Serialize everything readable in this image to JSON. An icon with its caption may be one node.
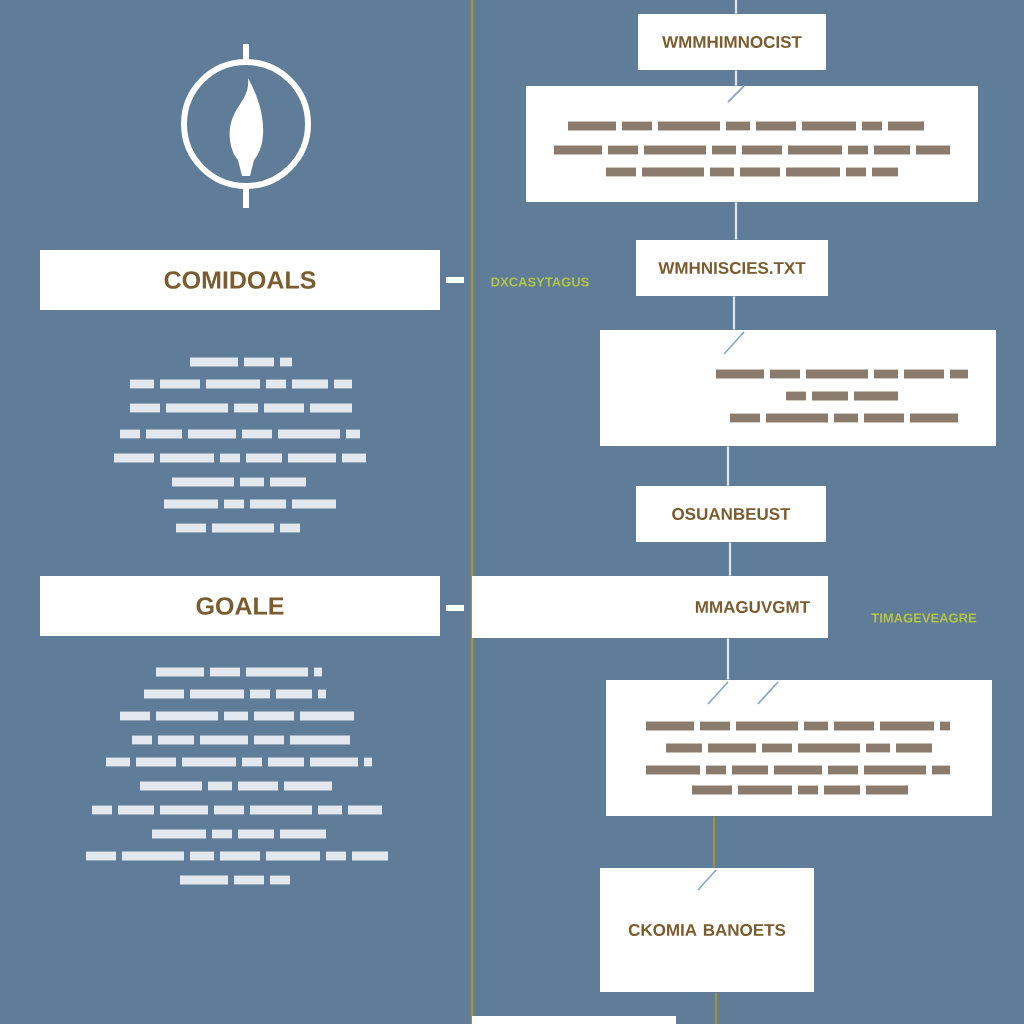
{
  "diagram": {
    "nodes": [
      {
        "text": [
          "COMIDOALS"
        ]
      },
      {
        "text": [
          "GOALE"
        ]
      },
      {
        "text": [
          "WMMHIMNOCIST"
        ]
      },
      {
        "text": [],
        "shape": "box"
      },
      {
        "text": [
          "WMHNISCIES.TXT"
        ]
      },
      {
        "text": [],
        "shape": "box"
      },
      {
        "text": [
          "OSUANBEUST"
        ]
      },
      {
        "text": [
          "MMAGUVGMT"
        ]
      },
      {
        "text": [],
        "shape": "box"
      },
      {
        "text": [
          "CKOMIA BANOETS"
        ]
      }
    ],
    "edges": [
      {
        "from": null,
        "to": 2,
        "arrow": "none"
      },
      {
        "from": 2,
        "to": 3,
        "arrow": "none"
      },
      {
        "from": 3,
        "to": 4,
        "arrow": "none"
      },
      {
        "from": 4,
        "to": 5,
        "arrow": "none"
      },
      {
        "from": 5,
        "to": 6,
        "arrow": "none"
      },
      {
        "from": 6,
        "to": 7,
        "arrow": "none"
      },
      {
        "from": 7,
        "to": 8,
        "arrow": "none"
      },
      {
        "from": 8,
        "to": 9,
        "arrow": "none",
        "color": "#a3913f"
      },
      {
        "from": 9,
        "to": null,
        "arrow": "none",
        "color": "#a3913f"
      }
    ],
    "labels": [
      "DXCASYTAGUS",
      "TIMAGEVEAGRE"
    ]
  }
}
